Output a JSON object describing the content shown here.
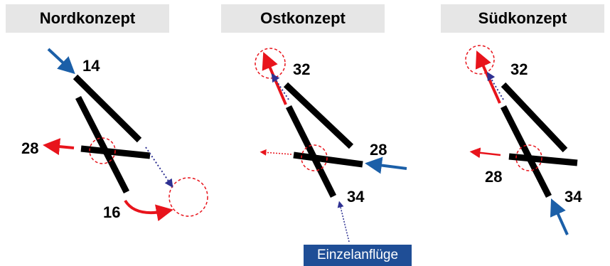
{
  "panels": [
    {
      "title": "Nordkonzept",
      "labels": {
        "a": "14",
        "b": "28",
        "c": "16"
      }
    },
    {
      "title": "Ostkonzept",
      "labels": {
        "a": "32",
        "b": "28",
        "c": "34"
      }
    },
    {
      "title": "Südkonzept",
      "labels": {
        "a": "32",
        "b": "28",
        "c": "34"
      }
    }
  ],
  "note": "Einzelanflüge",
  "colors": {
    "runway": "#000000",
    "departure": "#e8141c",
    "arrival": "#1b5fa8",
    "dotted": "#2e3192",
    "zone": "#e8141c",
    "title_bg": "#e6e6e6",
    "tag_bg": "#1f4e96"
  }
}
